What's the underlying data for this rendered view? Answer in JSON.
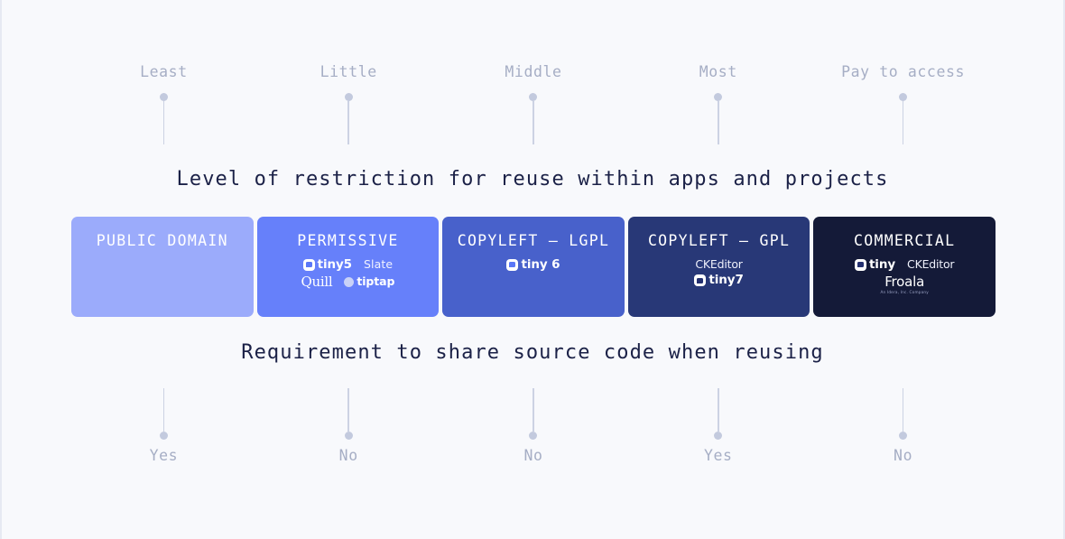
{
  "theme": {
    "background": "#f8f9fc",
    "caption_color": "#1b2147",
    "axis_label_color": "#a6aec5",
    "stem_color": "#ccd2e3",
    "dot_color": "#c3cade"
  },
  "top_axis": {
    "labels": [
      "Least",
      "Little",
      "Middle",
      "Most",
      "Pay to access"
    ]
  },
  "captions": {
    "top": "Level of restriction for reuse within apps and projects",
    "bottom": "Requirement to share source code when reusing"
  },
  "bottom_axis": {
    "labels": [
      "Yes",
      "No",
      "No",
      "Yes",
      "No"
    ]
  },
  "bars": [
    {
      "title": "PUBLIC DOMAIN",
      "color": "#9babfb",
      "logos": []
    },
    {
      "title": "PERMISSIVE",
      "color": "#6680fa",
      "logos": [
        [
          {
            "type": "tiny",
            "label": "tiny5"
          },
          {
            "type": "text",
            "label": "Slate"
          }
        ],
        [
          {
            "type": "quill",
            "label": "Quill"
          },
          {
            "type": "tiptap",
            "label": "tiptap"
          }
        ]
      ]
    },
    {
      "title": "COPYLEFT — LGPL",
      "color": "#4861cb",
      "logos": [
        [
          {
            "type": "tiny",
            "label": "tiny 6"
          }
        ]
      ]
    },
    {
      "title": "COPYLEFT — GPL",
      "color": "#283877",
      "logos": [
        [
          {
            "type": "ckeditor",
            "label": "CKEditor"
          }
        ],
        [
          {
            "type": "tiny",
            "label": "tiny7"
          }
        ]
      ]
    },
    {
      "title": "COMMERCIAL",
      "color": "#141a38",
      "logos": [
        [
          {
            "type": "tiny",
            "label": "tiny"
          },
          {
            "type": "ckeditor",
            "label": "CKEditor"
          }
        ],
        [
          {
            "type": "froala",
            "label": "Froala",
            "sub": "An Idera, Inc. Company"
          }
        ]
      ]
    }
  ]
}
